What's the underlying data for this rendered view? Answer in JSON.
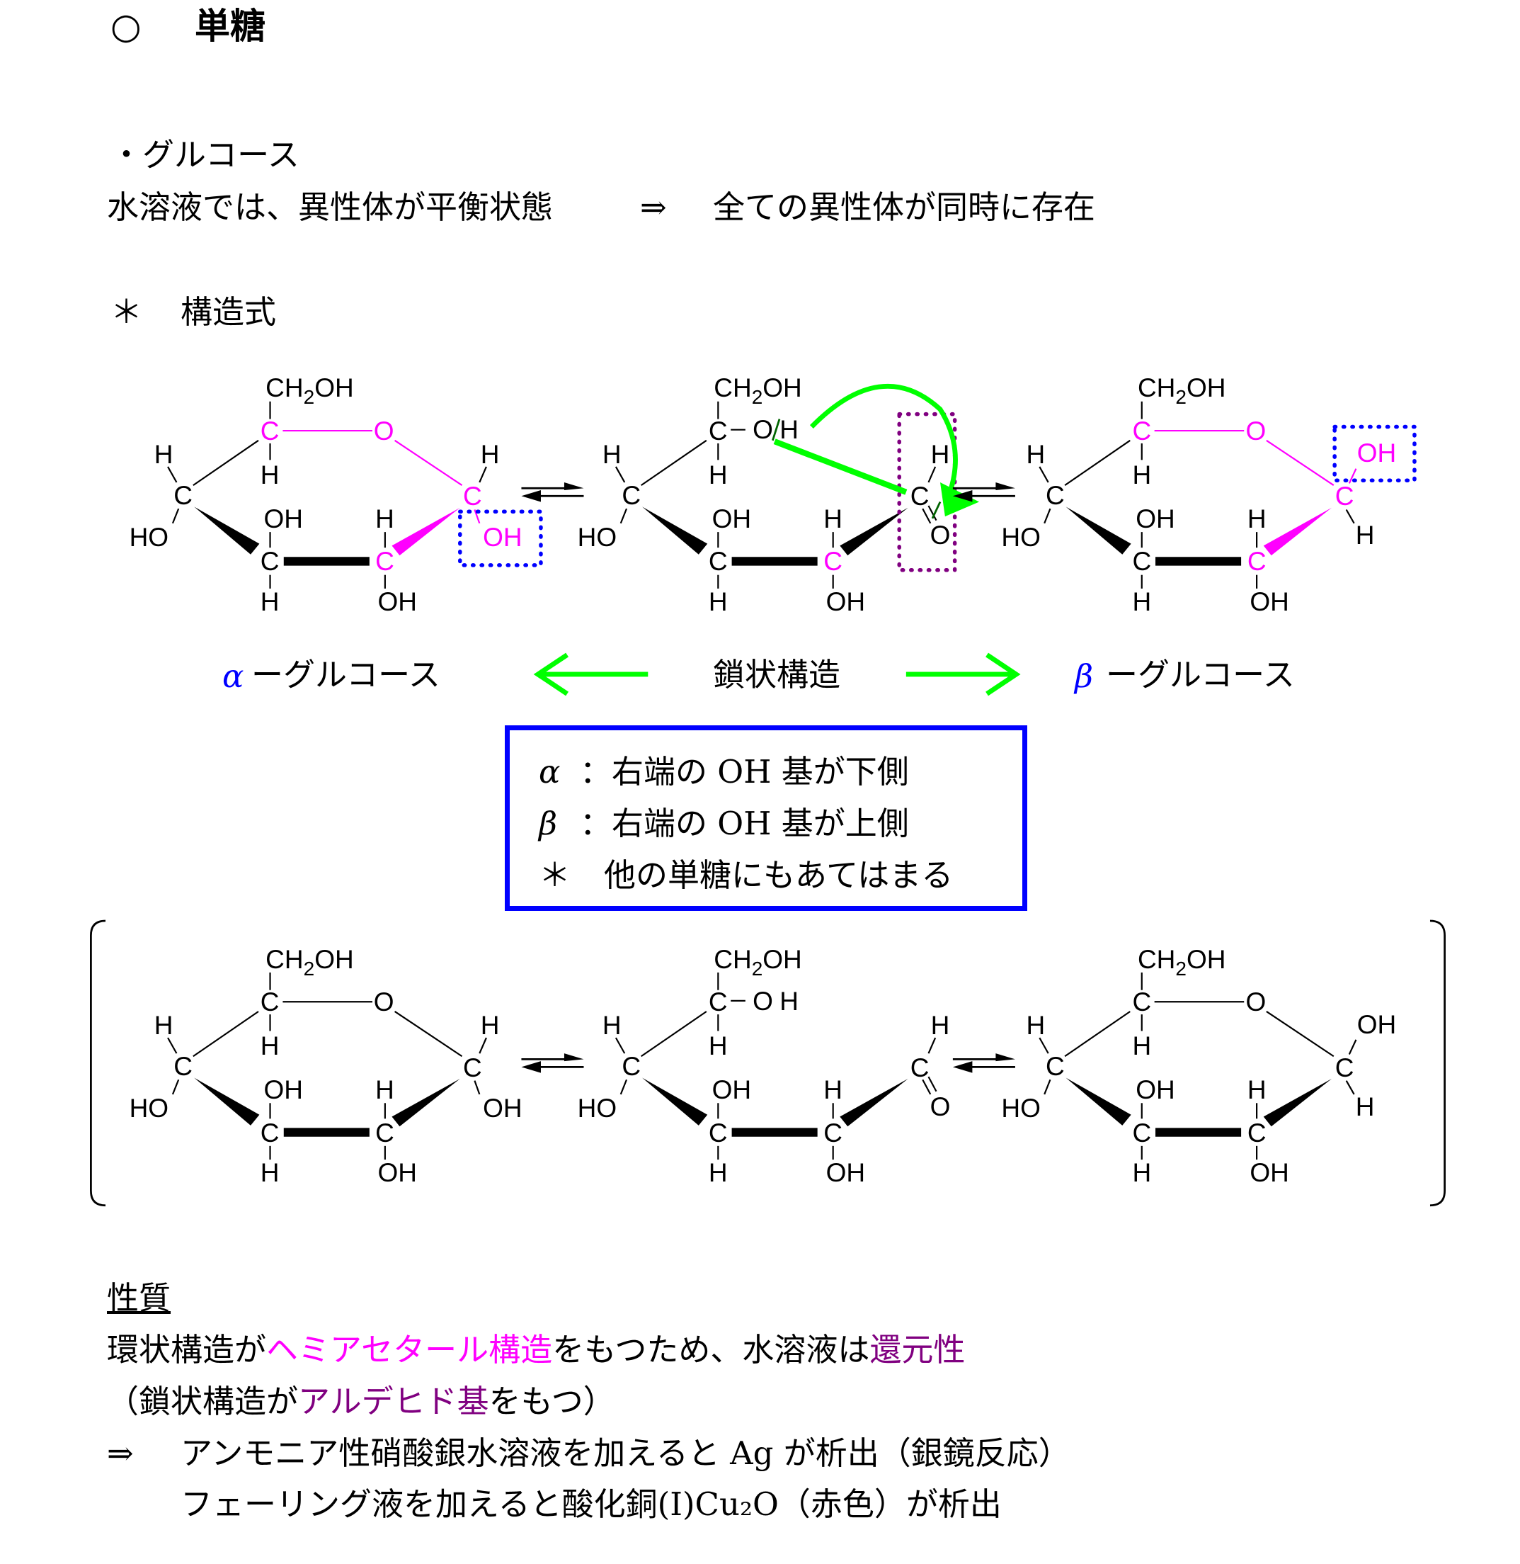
{
  "heading": {
    "bullet": "○",
    "title": "単糖"
  },
  "intro": {
    "item": "・グルコース",
    "line": "水溶液では、異性体が平衡状態",
    "arrow": "⇒",
    "result": "全ての異性体が同時に存在"
  },
  "structure_heading": {
    "mark": "＊",
    "label": "構造式"
  },
  "atoms": {
    "C": "C",
    "O": "O",
    "H": "H",
    "OH": "OH",
    "HO": "HO",
    "CH": "CH",
    "sub2": "2",
    "dash": "–"
  },
  "captions": {
    "alpha_symbol": "α",
    "alpha_label": "ーグルコース",
    "chain_label": "鎖状構造",
    "beta_symbol": "β",
    "beta_label": "ーグルコース"
  },
  "infobox": {
    "lines": [
      {
        "mark": "α",
        "text": "：右端の OH 基が下側"
      },
      {
        "mark": "β",
        "text": "：右端の OH 基が上側"
      },
      {
        "mark": "＊",
        "text": "他の単糖にもあてはまる"
      }
    ]
  },
  "properties": {
    "heading": "性質",
    "line1": {
      "a": "環状構造が",
      "b": "ヘミアセタール構造",
      "c": "をもつため、水溶液は",
      "d": "還元性"
    },
    "line2": {
      "a": "（鎖状構造が",
      "b": "アルデヒド基",
      "c": "をもつ）"
    },
    "line3": {
      "arrow": "⇒",
      "text": "アンモニア性硝酸銀水溶液を加えると Ag が析出（銀鏡反応）"
    },
    "line4": {
      "text": "フェーリング液を加えると酸化銅(Ⅰ)Cu₂O（赤色）が析出"
    }
  },
  "colors": {
    "magenta": "#ff00ff",
    "purple": "#800080",
    "blue": "#0000ff",
    "green": "#00ff00"
  }
}
